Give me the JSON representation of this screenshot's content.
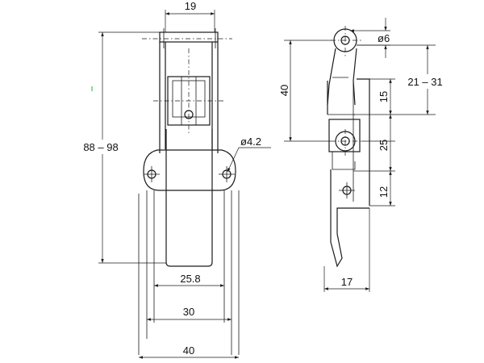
{
  "drawing": {
    "front_view": {
      "dim_top_width": "19",
      "dim_height": "88 – 98",
      "dim_hole": "ø4.2",
      "dim_inner_width": "25.8",
      "dim_hole_spacing": "30",
      "dim_base_width": "40"
    },
    "side_view": {
      "dim_pin": "ø6",
      "dim_total": "40",
      "dim_15": "15",
      "dim_range": "21 – 31",
      "dim_25": "25",
      "dim_12": "12",
      "dim_depth": "17"
    }
  }
}
